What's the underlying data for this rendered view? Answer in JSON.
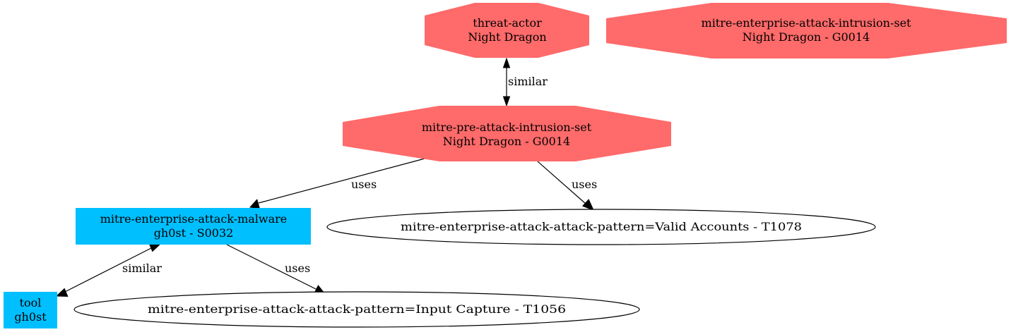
{
  "colors": {
    "intrusion_fill": "#ff6a6a",
    "malware_fill": "#00bfff",
    "pattern_fill": "#ffffff",
    "pattern_stroke": "#000000",
    "edge": "#000000",
    "background": "#ffffff"
  },
  "nodes": [
    {
      "id": "threat_actor",
      "shape": "octagon",
      "type": "intrusion",
      "lines": [
        "threat-actor",
        "Night Dragon"
      ]
    },
    {
      "id": "enterprise_intrusion_set",
      "shape": "octagon",
      "type": "intrusion",
      "lines": [
        "mitre-enterprise-attack-intrusion-set",
        "Night Dragon - G0014"
      ]
    },
    {
      "id": "pre_attack_intrusion_set",
      "shape": "octagon",
      "type": "intrusion",
      "lines": [
        "mitre-pre-attack-intrusion-set",
        "Night Dragon - G0014"
      ]
    },
    {
      "id": "malware",
      "shape": "box",
      "type": "malware",
      "lines": [
        "mitre-enterprise-attack-malware",
        "gh0st - S0032"
      ]
    },
    {
      "id": "valid_accounts",
      "shape": "ellipse",
      "type": "pattern",
      "lines": [
        "mitre-enterprise-attack-attack-pattern=Valid Accounts - T1078"
      ]
    },
    {
      "id": "tool",
      "shape": "box",
      "type": "malware",
      "lines": [
        "tool",
        "gh0st"
      ]
    },
    {
      "id": "input_capture",
      "shape": "ellipse",
      "type": "pattern",
      "lines": [
        "mitre-enterprise-attack-attack-pattern=Input Capture - T1056"
      ]
    }
  ],
  "edges": [
    {
      "from": "threat_actor",
      "to": "pre_attack_intrusion_set",
      "label": "similar",
      "direction": "both"
    },
    {
      "from": "pre_attack_intrusion_set",
      "to": "malware",
      "label": "uses",
      "direction": "forward"
    },
    {
      "from": "pre_attack_intrusion_set",
      "to": "valid_accounts",
      "label": "uses",
      "direction": "forward"
    },
    {
      "from": "malware",
      "to": "tool",
      "label": "similar",
      "direction": "both"
    },
    {
      "from": "malware",
      "to": "input_capture",
      "label": "uses",
      "direction": "forward"
    }
  ]
}
